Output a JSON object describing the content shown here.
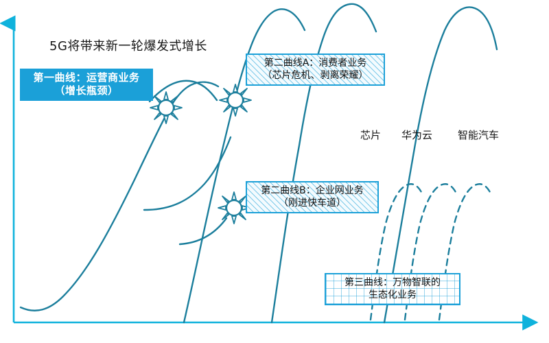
{
  "diagram": {
    "title": "5G将带来新一轮爆发式增长",
    "axis": {
      "y_axis_name": "y-axis-arrow",
      "x_axis_name": "x-axis-arrow",
      "color": "#0FB2DC"
    },
    "colors": {
      "curve": "#1B7E9C",
      "axis": "#0FB2DC",
      "accent": "#1BA0D8",
      "callout_solid_bg": "#1BA0D8",
      "callout_solid_text": "#FFFFFF",
      "callout_text": "#111111"
    },
    "callouts": {
      "first_curve": {
        "line1": "第一曲线：运营商业务",
        "line2": "（增长瓶颈）",
        "style": "solid-blue"
      },
      "second_curve_a": {
        "line1": "第二曲线A：消费者业务",
        "line2": "（芯片危机、剥离荣耀）",
        "style": "hatched"
      },
      "second_curve_b": {
        "line1": "第二曲线B：企业网业务",
        "line2": "（刚进快车道）",
        "style": "hatched"
      },
      "third_curve": {
        "line1": "第三曲线：万物智联的",
        "line2": "生态化业务",
        "style": "grid"
      }
    },
    "tags": [
      {
        "label": "芯片"
      },
      {
        "label": "华为云"
      },
      {
        "label": "智能汽车"
      }
    ],
    "markers": [
      {
        "name": "starburst-first-curve"
      },
      {
        "name": "starburst-second-curve-a"
      },
      {
        "name": "starburst-second-curve-b"
      }
    ]
  },
  "chart_data": {
    "type": "line",
    "title": "5G将带来新一轮爆发式增长",
    "xlabel": "",
    "ylabel": "",
    "grid": false,
    "legend_position": "inline-callouts",
    "series": [
      {
        "name": "第一曲线：运营商业务（增长瓶颈）",
        "style": "solid",
        "note": "S-curve, plateauing"
      },
      {
        "name": "第二曲线A：消费者业务（芯片危机、剥离荣耀）",
        "style": "solid",
        "note": "S-curve, peaked and declining"
      },
      {
        "name": "第二曲线B：企业网业务（刚进快车道）",
        "style": "solid",
        "note": "S-curve, steep growth"
      },
      {
        "name": "第三曲线：万物智联的生态化业务",
        "style": "dashed",
        "note": "three projected S-curves: 芯片, 华为云, 智能汽车"
      }
    ]
  }
}
